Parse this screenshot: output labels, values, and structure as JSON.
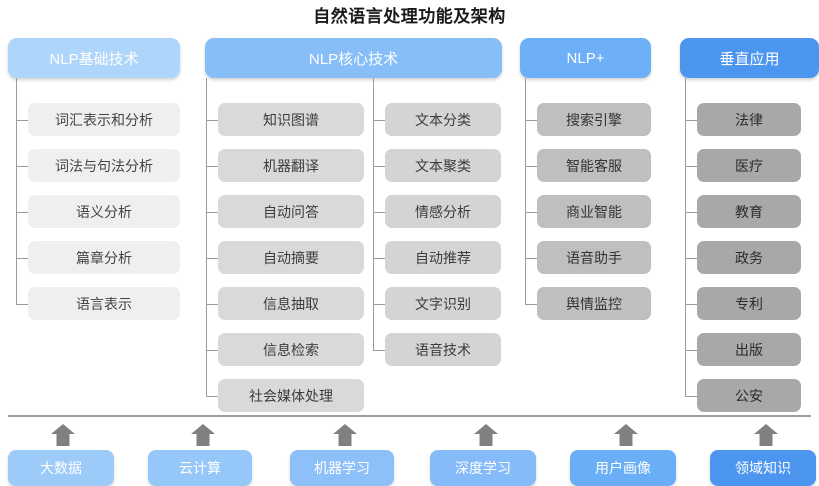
{
  "title": "自然语言处理功能及架构",
  "colors": {
    "header_basic": "#aed6fa",
    "header_core": "#87bef7",
    "header_plus": "#6eb0f7",
    "header_vertical": "#4d96f0",
    "line": "#9a9a9a",
    "arrow": "#808080",
    "divider": "#9e9e9e"
  },
  "columns": [
    {
      "id": "nlp-basic",
      "header": "NLP基础技术",
      "header_color": "#aed6fa",
      "tone": "g1",
      "items": [
        "词汇表示和分析",
        "词法与句法分析",
        "语义分析",
        "篇章分析",
        "语言表示"
      ]
    },
    {
      "id": "nlp-core-a",
      "header": "NLP核心技术",
      "header_color": "#87bef7",
      "tone": "g2",
      "items": [
        "知识图谱",
        "机器翻译",
        "自动问答",
        "自动摘要",
        "信息抽取",
        "信息检索",
        "社会媒体处理"
      ]
    },
    {
      "id": "nlp-core-b",
      "header": "",
      "header_color": "#87bef7",
      "tone": "g3",
      "items": [
        "文本分类",
        "文本聚类",
        "情感分析",
        "自动推荐",
        "文字识别",
        "语音技术"
      ]
    },
    {
      "id": "nlp-plus",
      "header": "NLP+",
      "header_color": "#6eb0f7",
      "tone": "g4",
      "items": [
        "搜索引擎",
        "智能客服",
        "商业智能",
        "语音助手",
        "舆情监控"
      ]
    },
    {
      "id": "vertical-app",
      "header": "垂直应用",
      "header_color": "#4d96f0",
      "tone": "g5",
      "items": [
        "法律",
        "医疗",
        "教育",
        "政务",
        "专利",
        "出版",
        "公安"
      ]
    }
  ],
  "foundation": {
    "items": [
      {
        "label": "大数据",
        "color": "#9ccbfa"
      },
      {
        "label": "云计算",
        "color": "#96c7f9"
      },
      {
        "label": "机器学习",
        "color": "#8dc0f8"
      },
      {
        "label": "深度学习",
        "color": "#85bbf8"
      },
      {
        "label": "用户画像",
        "color": "#6aaef6"
      },
      {
        "label": "领域知识",
        "color": "#4d96f0"
      }
    ]
  },
  "watermark": ""
}
